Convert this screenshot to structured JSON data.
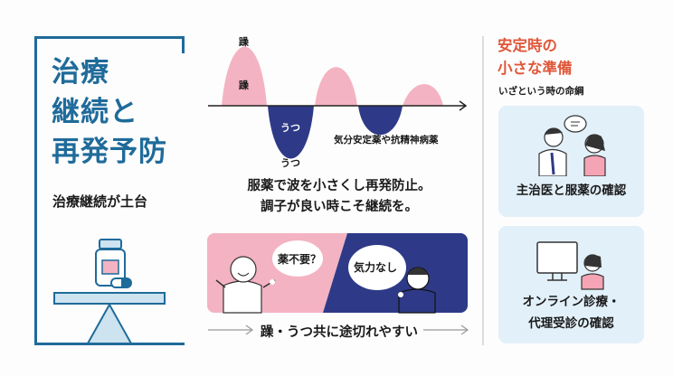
{
  "left": {
    "title_lines": [
      "治療",
      "継続と",
      "再発予防"
    ],
    "subtitle": "治療継続が土台",
    "accent_color": "#1f6b9a",
    "icons": [
      "medicine-bottle-icon",
      "capsule-icon",
      "balance-scale-icon"
    ]
  },
  "wave": {
    "label_mania_top": "躁",
    "label_mania_inner": "躁",
    "label_depression_inner": "うつ",
    "label_depression_bottom": "うつ",
    "medication_label": "気分安定薬や抗精神病薬",
    "mania_color": "#f4b3c2",
    "depression_color": "#2e3a87"
  },
  "message": {
    "line1": "服薬で波を小さくし再発防止。",
    "line2": "調子が良い時こそ継続を。"
  },
  "panel": {
    "bubble_left": "薬不要？",
    "bubble_right": "気力なし",
    "caption": "躁・うつ共に途切れやすい"
  },
  "right": {
    "title_lines": [
      "安定時の",
      "小さな準備"
    ],
    "subtitle": "いざという時の命綱",
    "title_color": "#e0573a",
    "cards": [
      {
        "label_lines": [
          "主治医と服薬の確認"
        ],
        "icon": "doctor-consultation-icon"
      },
      {
        "label_lines": [
          "オンライン診療・",
          "代理受診の確認"
        ],
        "icon": "online-consultation-icon"
      }
    ]
  }
}
